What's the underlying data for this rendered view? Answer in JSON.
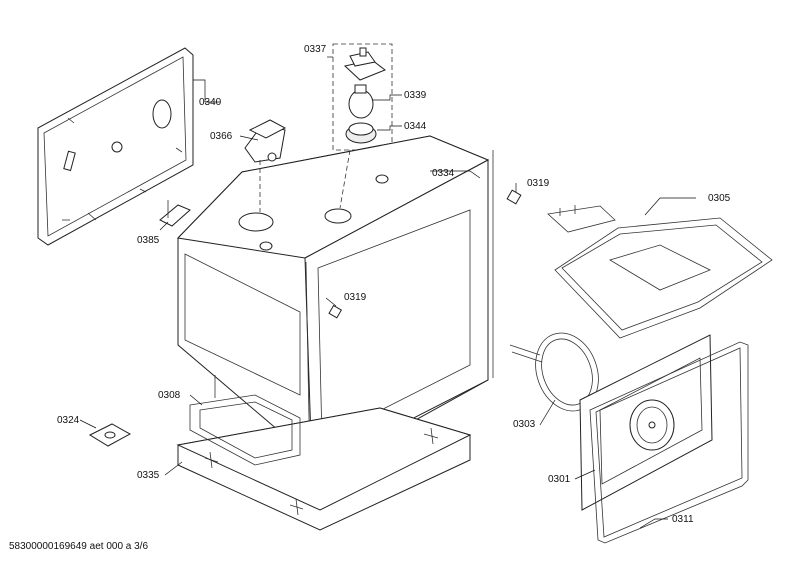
{
  "footer": {
    "drawing_id": "58300000169649 aet 000 a 3/6"
  },
  "callouts": {
    "c0337": "0337",
    "c0339": "0339",
    "c0340": "0340",
    "c0344": "0344",
    "c0366": "0366",
    "c0334": "0334",
    "c0319a": "0319",
    "c0319b": "0319",
    "c0305": "0305",
    "c0385": "0385",
    "c0308": "0308",
    "c0324": "0324",
    "c0335": "0335",
    "c0303": "0303",
    "c0301": "0301",
    "c0311": "0311"
  }
}
